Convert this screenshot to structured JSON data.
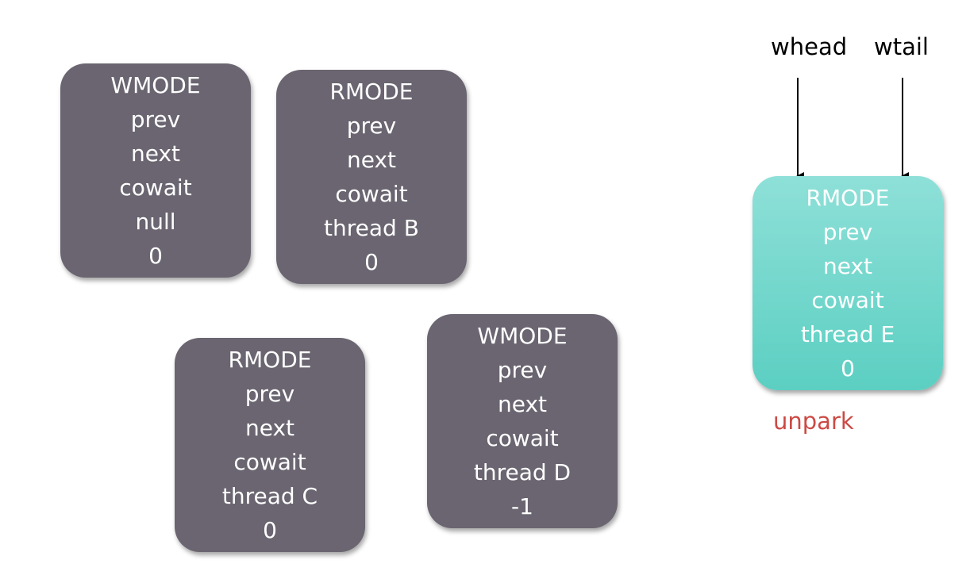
{
  "nodes": [
    {
      "id": "node-thread-a",
      "mode": "WMODE",
      "fields": [
        "prev",
        "next",
        "cowait"
      ],
      "thread": "null",
      "status": "0",
      "color": "#6a6570"
    },
    {
      "id": "node-thread-b",
      "mode": "RMODE",
      "fields": [
        "prev",
        "next",
        "cowait"
      ],
      "thread": "thread B",
      "status": "0",
      "color": "#6a6570"
    },
    {
      "id": "node-thread-c",
      "mode": "RMODE",
      "fields": [
        "prev",
        "next",
        "cowait"
      ],
      "thread": "thread C",
      "status": "0",
      "color": "#6a6570"
    },
    {
      "id": "node-thread-d",
      "mode": "WMODE",
      "fields": [
        "prev",
        "next",
        "cowait"
      ],
      "thread": "thread D",
      "status": "-1",
      "color": "#6a6570"
    },
    {
      "id": "node-thread-e",
      "mode": "RMODE",
      "fields": [
        "prev",
        "next",
        "cowait"
      ],
      "thread": "thread E",
      "status": "0",
      "color": "#6fd8cc"
    }
  ],
  "pointers": {
    "whead": "whead",
    "wtail": "wtail"
  },
  "annotation": {
    "text": "unpark",
    "color": "#cc4a44"
  }
}
